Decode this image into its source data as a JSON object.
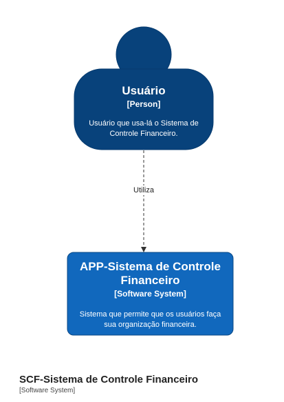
{
  "person": {
    "name": "Usuário",
    "type": "[Person]",
    "description": "Usuário que usa-lá o Sistema de Controle Financeiro.",
    "fill": "#08427B",
    "stroke": "#073B6F"
  },
  "system": {
    "name": "APP-Sistema de Controle Financeiro",
    "type": "[Software System]",
    "description": "Sistema que permite que os usuários faça sua organização financeira.",
    "fill": "#1168BD",
    "stroke": "#0B4884"
  },
  "relationship": {
    "label": "Utiliza"
  },
  "boundary": {
    "title": "SCF-Sistema de Controle Financeiro",
    "subtitle": "[Software System]"
  }
}
